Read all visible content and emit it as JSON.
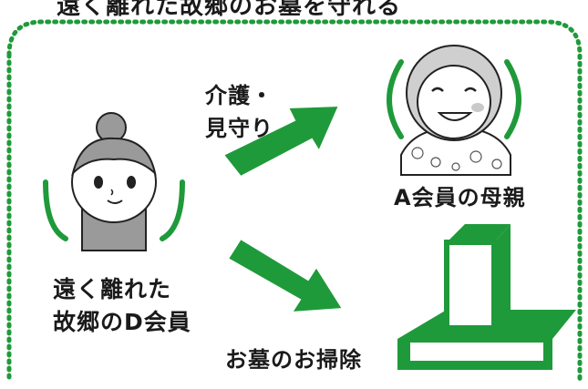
{
  "heading": "遠く離れた故郷のお墓を守れる",
  "care_label": [
    "介護・",
    "見守り"
  ],
  "mother_label": "A会員の母親",
  "member_label": [
    "遠く離れた",
    "故郷のD会員"
  ],
  "grave_label": "お墓のお掃除",
  "colors": {
    "frame": "#1f9a3a",
    "arrow": "#1f9a3a",
    "text": "#1a1a1a",
    "skin": "#ffffff",
    "line": "#222222",
    "hair_gray": "#9a9a9a",
    "tombstone": "#1f9a3a"
  },
  "icons": [
    "young-woman-portrait",
    "elderly-mother-portrait",
    "tombstone-icon",
    "arrow-right-up",
    "arrow-right-down"
  ]
}
